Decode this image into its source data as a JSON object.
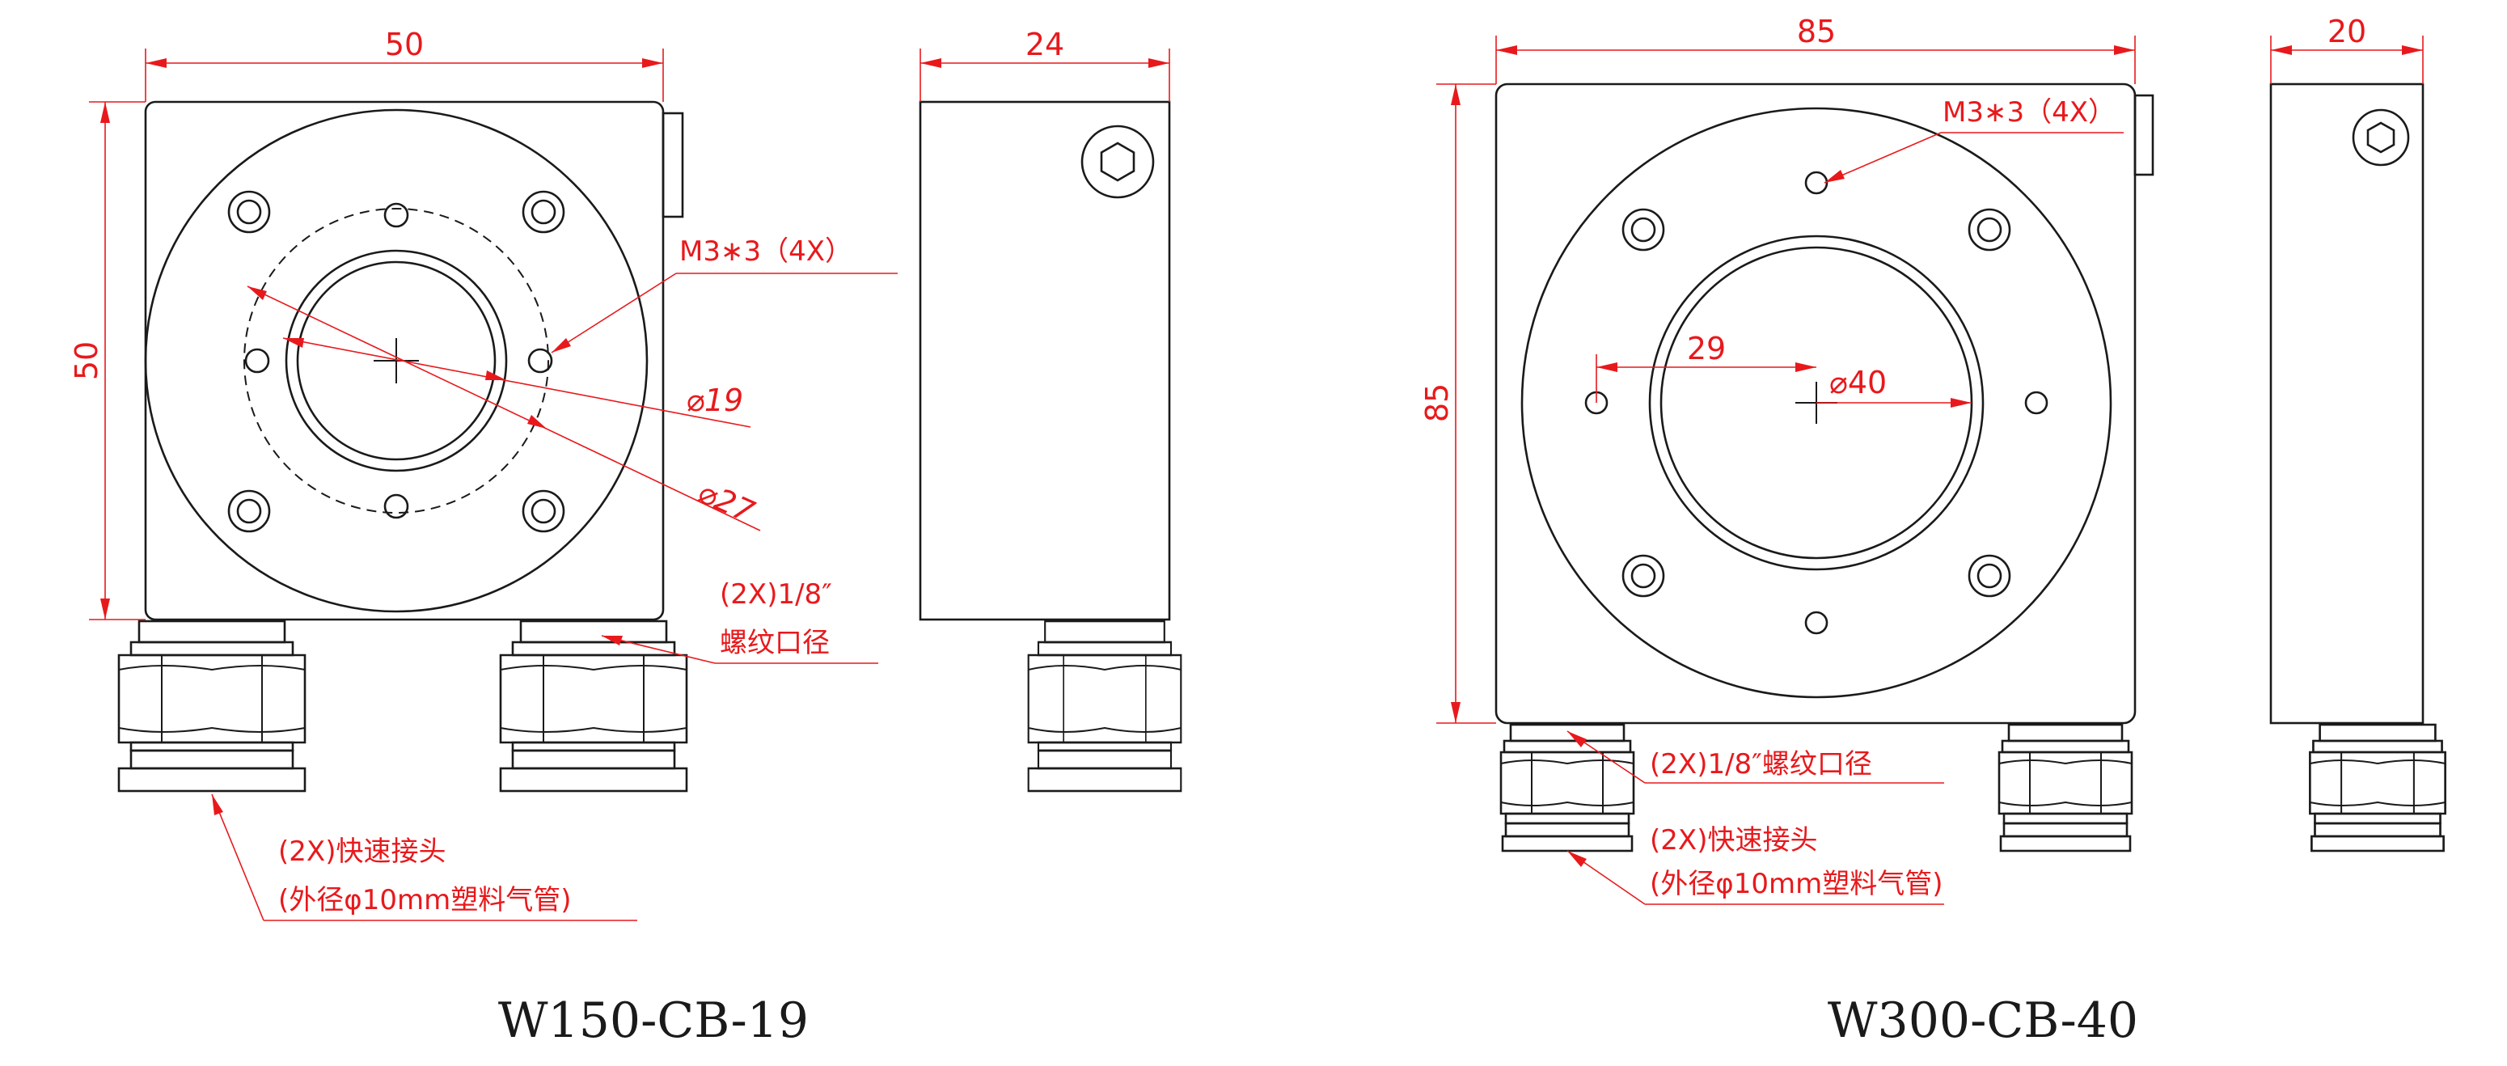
{
  "accent_color": "#e8191c",
  "ink_color": "#1a1a1a",
  "parts": [
    {
      "model": "W150-CB-19",
      "dims": {
        "front_width": "50",
        "front_height": "50",
        "side_width": "24",
        "bore": "⌀19",
        "bolt_circle": "⌀27"
      },
      "notes": {
        "mount_holes": "M3∗3（4X）",
        "thread_line1": "(2X)1/8″",
        "thread_line2": "螺纹口径",
        "fitting_line1": "(2X)快速接头",
        "fitting_line2": "(外径φ10mm塑料气管)"
      }
    },
    {
      "model": "W300-CB-40",
      "dims": {
        "front_width": "85",
        "front_height": "85",
        "side_width": "20",
        "offset": "29",
        "bore": "⌀40"
      },
      "notes": {
        "mount_holes": "M3∗3（4X）",
        "thread": "(2X)1/8″螺纹口径",
        "fitting_line1": "(2X)快速接头",
        "fitting_line2": "(外径φ10mm塑料气管)"
      }
    }
  ]
}
